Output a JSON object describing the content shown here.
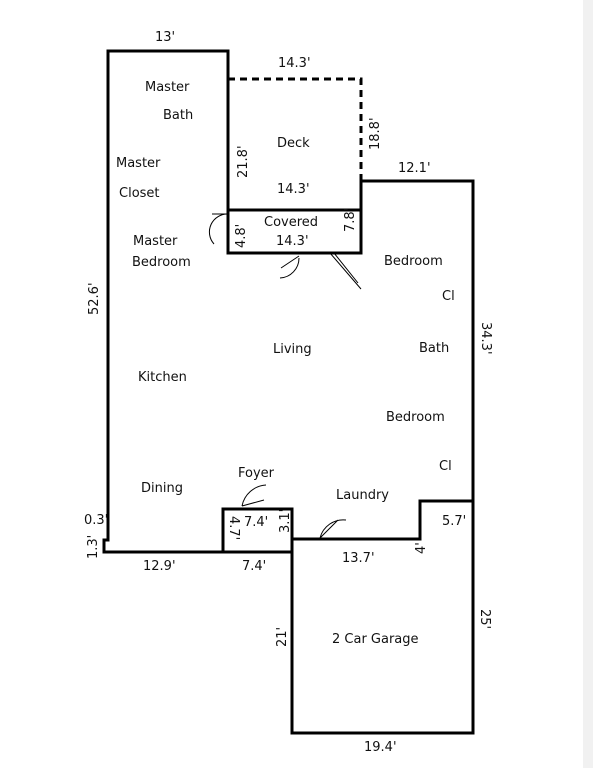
{
  "rooms": {
    "master_bath_1": "Master",
    "master_bath_2": "Bath",
    "master_closet_1": "Master",
    "master_closet_2": "Closet",
    "master_bedroom_1": "Master",
    "master_bedroom_2": "Bedroom",
    "deck": "Deck",
    "covered": "Covered",
    "bedroom_1": "Bedroom",
    "cl_1": "Cl",
    "living": "Living",
    "bath": "Bath",
    "kitchen": "Kitchen",
    "bedroom_2": "Bedroom",
    "cl_2": "Cl",
    "foyer": "Foyer",
    "dining": "Dining",
    "laundry": "Laundry",
    "garage": "2 Car Garage"
  },
  "dimensions": {
    "top": "13'",
    "deck_top": "14.3'",
    "deck_right": "18.8'",
    "deck_left": "21.8'",
    "deck_bottom": "14.3'",
    "right_top": "12.1'",
    "covered_right": "7.8'",
    "covered_left": "4.8'",
    "covered_bottom": "14.3'",
    "left_wall": "52.6'",
    "right_wall": "34.3'",
    "left_small": "0.3'",
    "left_bottom": "1.3'",
    "foyer_top": "7.4'",
    "foyer_left": "4.7'",
    "foyer_right": "3.1'",
    "bottom_left": "12.9'",
    "foyer_bottom": "7.4'",
    "laundry_bottom": "13.7'",
    "laundry_step": "4'",
    "step_right": "5.7'",
    "garage_left": "21'",
    "garage_right": "25'",
    "garage_bottom": "19.4'"
  }
}
